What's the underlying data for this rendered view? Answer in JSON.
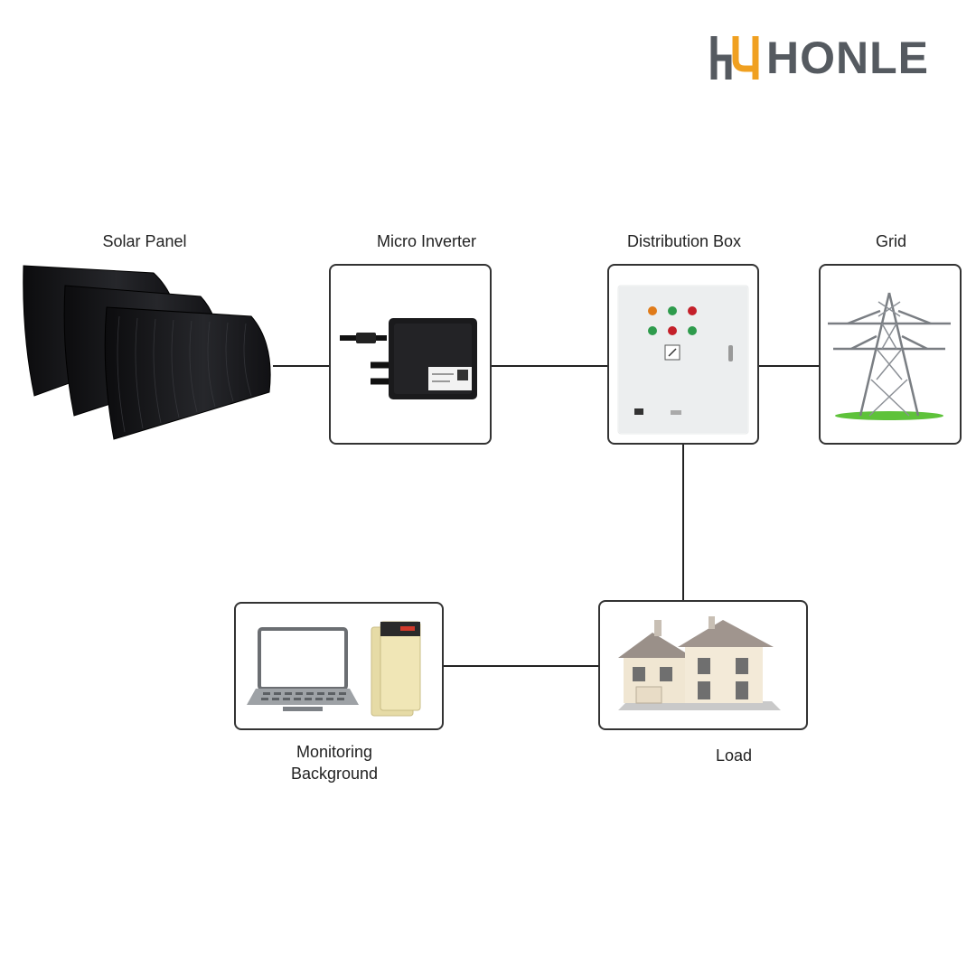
{
  "brand": {
    "name": "HONLE",
    "color": "#555a60",
    "accent": "#f0a020"
  },
  "nodes": {
    "solar_panel": {
      "label": "Solar Panel",
      "icon": "solar-panel-icon"
    },
    "micro_inverter": {
      "label": "Micro Inverter",
      "icon": "micro-inverter-icon"
    },
    "distribution_box": {
      "label": "Distribution Box",
      "icon": "distribution-box-icon"
    },
    "grid": {
      "label": "Grid",
      "icon": "transmission-tower-icon"
    },
    "monitoring": {
      "label": "Monitoring\nBackground",
      "icon": "laptop-icon"
    },
    "load": {
      "label": "Load",
      "icon": "house-icon"
    }
  },
  "connections": [
    [
      "solar_panel",
      "micro_inverter"
    ],
    [
      "micro_inverter",
      "distribution_box"
    ],
    [
      "distribution_box",
      "grid"
    ],
    [
      "distribution_box",
      "load"
    ],
    [
      "load",
      "monitoring"
    ]
  ]
}
